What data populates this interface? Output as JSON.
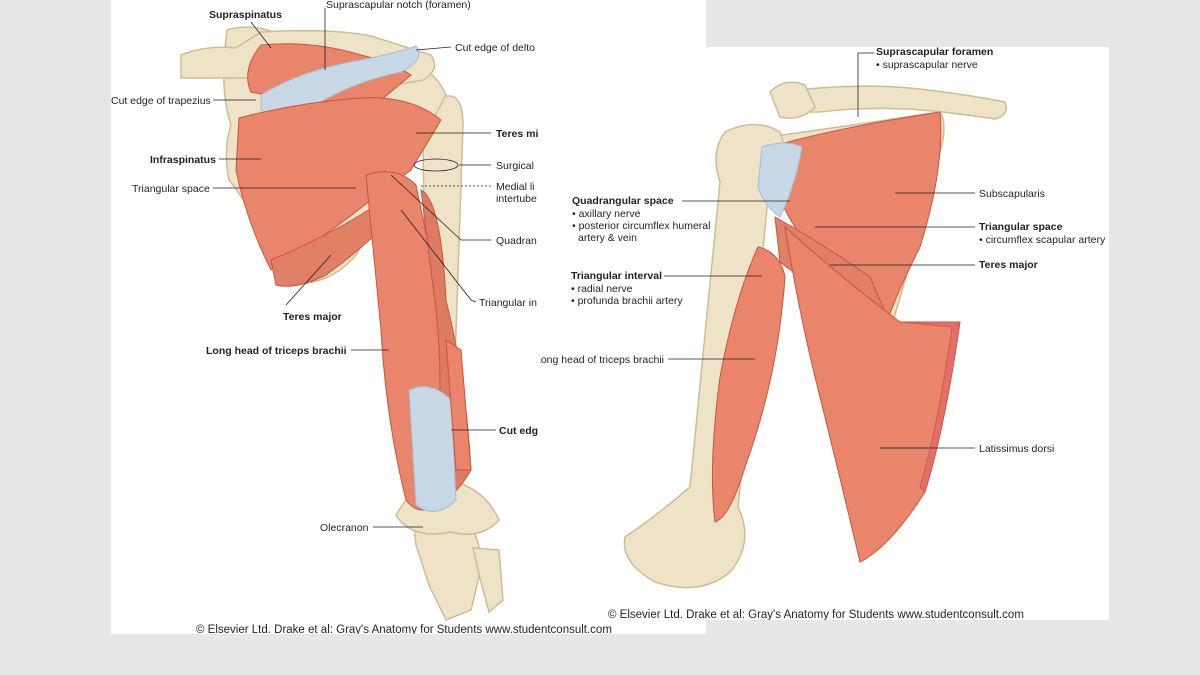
{
  "posterior_view": {
    "labels": {
      "supraspinatus": "Supraspinatus",
      "suprascapular_notch": "Suprascapular notch (foramen)",
      "cut_edge_deltoid": "Cut edge of delto",
      "cut_edge_trapezius": "Cut edge of trapezius",
      "teres_minor": "Teres mi",
      "infraspinatus": "Infraspinatus",
      "surgical_neck": "Surgical",
      "triangular_space": "Triangular space",
      "medial_lip_1": "Medial li",
      "medial_lip_2": "intertube",
      "quadrangular_space": "Quadran",
      "triangular_interval": "Triangular in",
      "teres_major": "Teres major",
      "long_head_triceps": "Long head of triceps brachii",
      "cut_edge": "Cut edg",
      "olecranon": "Olecranon"
    },
    "copyright": "© Elsevier Ltd. Drake et al: Gray's Anatomy for Students www.studentconsult.com"
  },
  "anterior_view": {
    "labels": {
      "suprascapular_foramen": "Suprascapular foramen",
      "suprascapular_foramen_item": "• suprascapular nerve",
      "subscapularis": "Subscapularis",
      "quadrangular_space": "Quadrangular space",
      "quadrangular_space_item1": "• axillary nerve",
      "quadrangular_space_item2": "• posterior circumflex humeral",
      "quadrangular_space_item3": "artery & vein",
      "triangular_space": "Triangular space",
      "triangular_space_item": "• circumflex scapular artery",
      "teres_major": "Teres major",
      "triangular_interval": "Triangular interval",
      "triangular_interval_item1": "• radial nerve",
      "triangular_interval_item2": "• profunda brachii artery",
      "long_head_triceps": "Long head of triceps brachii",
      "latissimus_dorsi": "Latissimus dorsi"
    },
    "copyright": "© Elsevier Ltd. Drake et al: Gray's Anatomy for Students www.studentconsult.com"
  },
  "colors": {
    "muscle": "#e8856a",
    "muscle_dark": "#c9553f",
    "bone": "#eee3c6",
    "bone_shadow": "#cdbd95",
    "tendon": "#c8d7e6"
  }
}
